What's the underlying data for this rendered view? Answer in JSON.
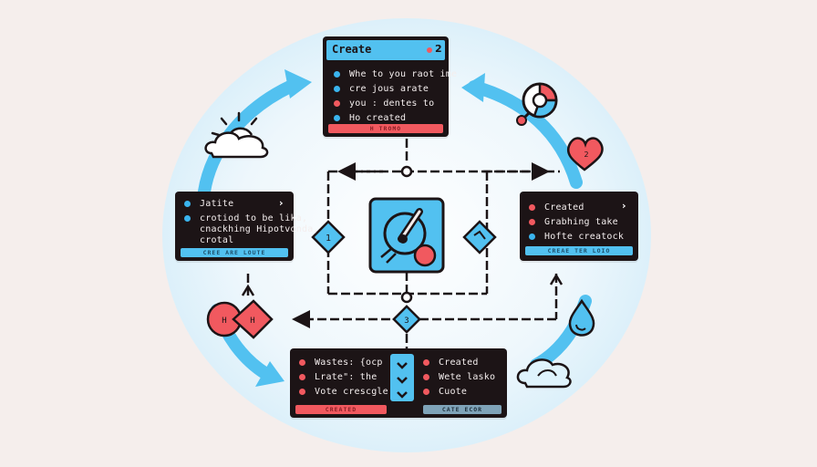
{
  "top_card": {
    "title": "Create",
    "badge": "2",
    "items": [
      {
        "text": "Whe to you raot ime",
        "color": "#3ab4ee"
      },
      {
        "text": "cre jous arate",
        "color": "#3ab4ee"
      },
      {
        "text": "you : dentes to",
        "color": "#f1595f"
      },
      {
        "text": "Ho created",
        "color": "#3ab4ee"
      }
    ],
    "footer": "H TROMO"
  },
  "left_card": {
    "items": [
      {
        "text": "Jatite",
        "color": "#3ab4ee"
      },
      {
        "text": "crotiod to be lika,",
        "color": "#3ab4ee"
      },
      {
        "text": "cnackhing Hipotvonda,",
        "color": ""
      },
      {
        "text": "crotal",
        "color": ""
      }
    ],
    "footer": "CREE ARE LOUTE"
  },
  "right_card": {
    "items": [
      {
        "text": "Created",
        "color": "#f1595f"
      },
      {
        "text": "Grabhing take",
        "color": "#f1595f"
      },
      {
        "text": "Hofte creatock",
        "color": "#3ab4ee"
      }
    ],
    "footer": "CREAE TER LOIO"
  },
  "bottom_card": {
    "left_items": [
      {
        "text": "Wastes: {ocp",
        "color": "#f1595f"
      },
      {
        "text": "Lrate\": the",
        "color": "#f1595f"
      },
      {
        "text": "Vote crescgle",
        "color": "#f1595f"
      }
    ],
    "right_items": [
      {
        "text": "Created",
        "color": "#f1595f"
      },
      {
        "text": "Wete lasko",
        "color": "#f1595f"
      },
      {
        "text": "Cuote",
        "color": "#f1595f"
      }
    ],
    "left_footer": "CREATED",
    "right_footer": "CATE ECOR"
  },
  "diamonds": {
    "left": "1",
    "right": "",
    "bottom": "3"
  },
  "heart_badge": "2",
  "left_icons": {
    "a": "H",
    "b": "H"
  },
  "colors": {
    "accent_blue": "#52c1f0",
    "accent_red": "#f1595f",
    "dark": "#1c1416",
    "background": "#f5eeec"
  },
  "icons": [
    "cloud-sun-icon",
    "pie-chart-icon",
    "heart-icon",
    "water-drop-icon",
    "cloud-icon",
    "gauge-knob-icon",
    "chevron-right-icon",
    "check-icon"
  ]
}
